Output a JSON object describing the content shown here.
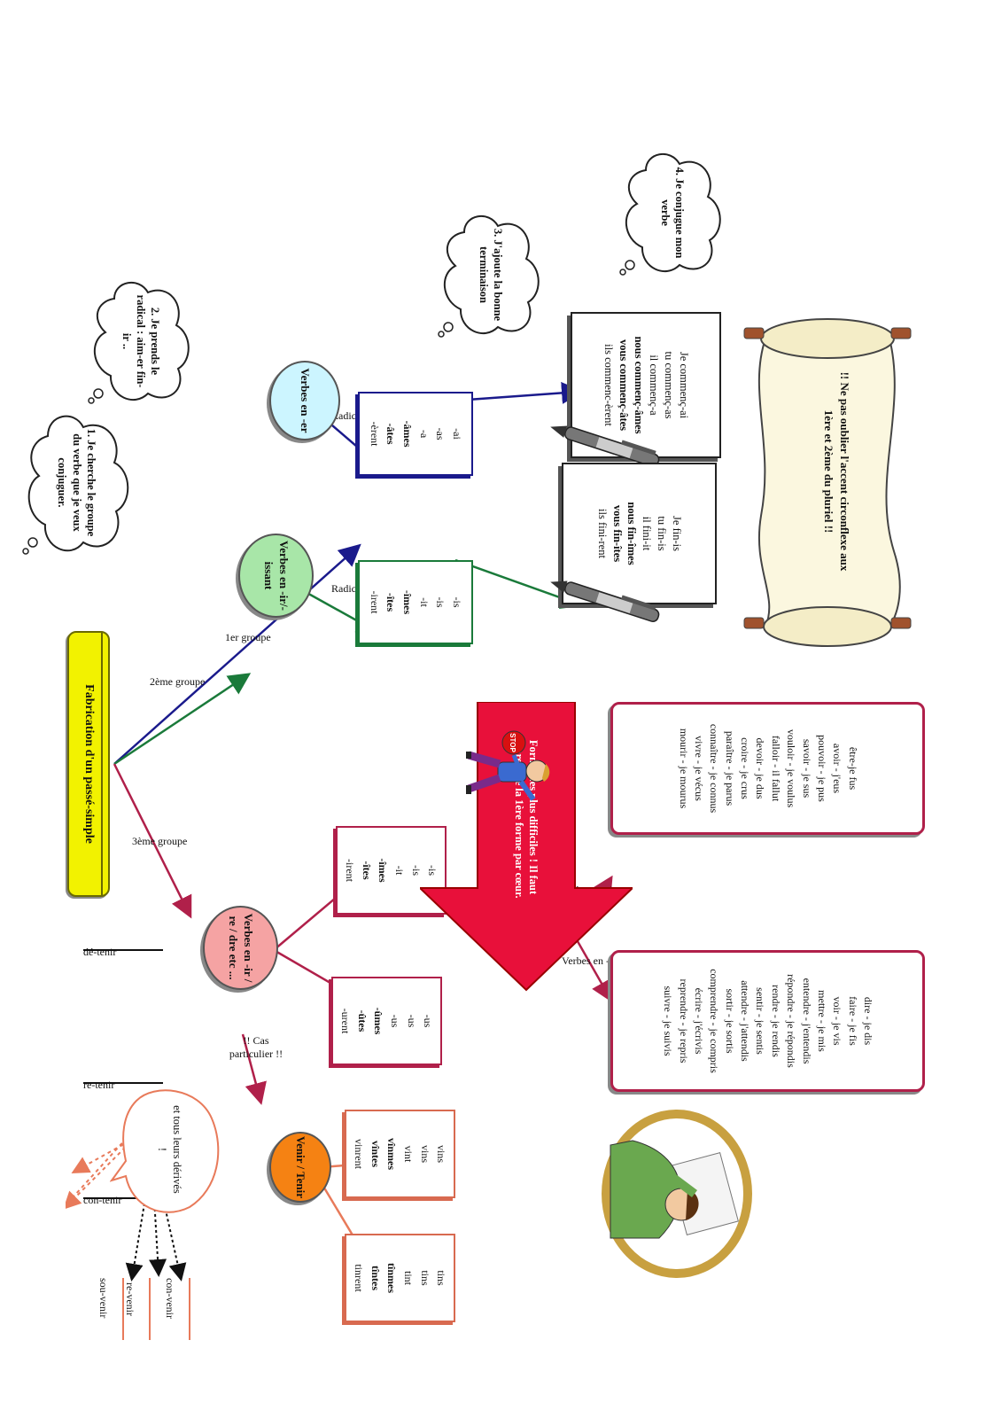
{
  "title": "Fabrication d'un passé-simple",
  "steps": {
    "s1": "1. Je cherche le groupe du verbe que je veux conjuguer.",
    "s2": "2. Je prends le radical : aim-er fin-ir ..",
    "s3": "3. J'ajoute la bonne terminaison",
    "s4": "4. Je conjugue mon verbe"
  },
  "branches": {
    "g1": "1er groupe",
    "g2": "2ème groupe",
    "g3": "3ème groupe",
    "radical1": "Radical +",
    "radical2": "Radical +",
    "cas": "!! Cas particulier !!",
    "en_i": "Verbes en -i",
    "en_u": "Verbes en -u"
  },
  "nodes": {
    "er": "Verbes en -er",
    "ir": "Verbes en -ir/-issant",
    "irre": "Verbes en -ir / re / dre etc ...",
    "venir": "Venir / Tenir"
  },
  "endings": {
    "er": [
      "-ai",
      "-as",
      "-a",
      "-âmes",
      "-âtes",
      "-èrent"
    ],
    "ir": [
      "-is",
      "-is",
      "-it",
      "-îmes",
      "-îtes",
      "-irent"
    ],
    "i3": [
      "-is",
      "-is",
      "-it",
      "-îmes",
      "-îtes",
      "-irent"
    ],
    "u3": [
      "-us",
      "-us",
      "-us",
      "-ûmes",
      "-ûtes",
      "-urent"
    ],
    "vins": [
      "vins",
      "vins",
      "vint",
      "vînmes",
      "vîntes",
      "vinrent"
    ],
    "tins": [
      "tins",
      "tins",
      "tint",
      "tînmes",
      "tîntes",
      "tinrent"
    ]
  },
  "examples": {
    "commencer": [
      "Je commenç-ai",
      "tu commenç-as",
      "il commenç-a",
      "nous commenç-âmes",
      "vous commenç-âtes",
      "ils commenc-èrent"
    ],
    "finir": [
      "Je fin-is",
      "tu fin-is",
      "il fini-it",
      "nous fin-îmes",
      "vous fin-îtes",
      "ils fini-rent"
    ]
  },
  "scroll_text": "!! Ne pas oublier l'accent circonflexe aux 1ère et 2ème du pluriel !!",
  "big_arrow": "Formes les plus difficiles ! Il faut apprendre la 1ère forme par cœur.",
  "list_i": [
    "être-je fus",
    "avoir - j'eus",
    "pouvoir - je pus",
    "savoir - je sus",
    "vouloir - je voulus",
    "falloir - il fallut",
    "devoir - je dus",
    "croire - je crus",
    "paraître - je parus",
    "connaître - je connus",
    "vivre - je vécus",
    "mourir - je mourus"
  ],
  "list_u": [
    "dire - je dis",
    "faire - je fis",
    "voir - je vis",
    "mettre - je mis",
    "entendre - j'entendis",
    "répondre - je répondis",
    "rendre - je rendis",
    "sentir - je sentis",
    "attendre - j'attendis",
    "sortir - je sortis",
    "comprendre - je compris",
    "écrire - j'écrivis",
    "reprendre - je repris",
    "suivre - je suivis"
  ],
  "bubble": "et tous leurs dérivés !",
  "derives": [
    "dé-tenir",
    "re-tenir",
    "con-tenir",
    "sou-venir",
    "re-venir",
    "con-venir"
  ],
  "stop_sign": "STOP",
  "colors": {
    "blue": "#1a1a8c",
    "green": "#1a7a3a",
    "crimson": "#b0204a",
    "salmon": "#e87a5a",
    "red_arrow": "#e8103a",
    "orange": "#f58213"
  }
}
